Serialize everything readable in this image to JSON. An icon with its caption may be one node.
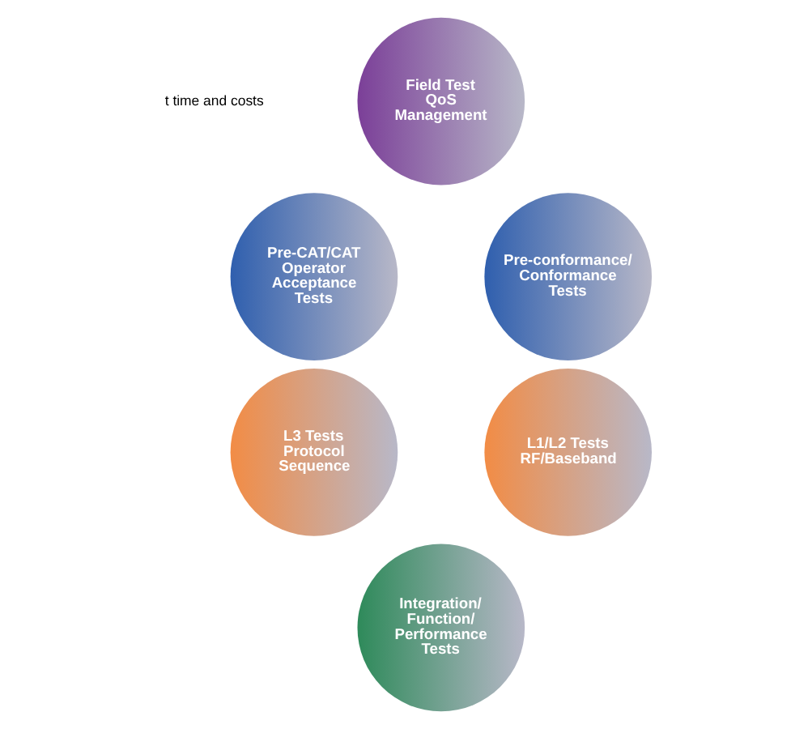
{
  "diagram": {
    "nodes": [
      {
        "text": [
          "Field Test QoS Management"
        ]
      },
      {
        "text": [
          "Pre-CAT/CAT Operator Acceptance Tests"
        ]
      },
      {
        "text": [
          "Pre-conformance/ Conformance Tests"
        ]
      },
      {
        "text": [
          "L3 Tests Protocol Sequence"
        ]
      },
      {
        "text": [
          "L1/L2 Tests RF/Baseband"
        ]
      },
      {
        "text": [
          "Integration/ Function/ Performance Tests"
        ]
      }
    ],
    "labels": [
      "t time and costs"
    ]
  }
}
